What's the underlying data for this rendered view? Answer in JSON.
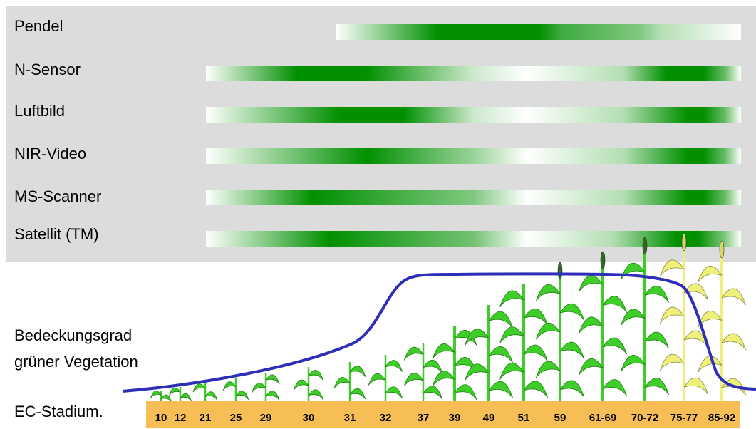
{
  "sensors": [
    {
      "name": "Pendel",
      "stops": [
        [
          0,
          0
        ],
        [
          0.25,
          1
        ],
        [
          0.5,
          1
        ],
        [
          0.56,
          0.75
        ],
        [
          0.75,
          0.5
        ],
        [
          0.8,
          0.3
        ],
        [
          1,
          0
        ]
      ],
      "range": [
        0.445,
        0.98
      ]
    },
    {
      "name": "N-Sensor",
      "stops": [
        [
          0,
          0
        ],
        [
          0.17,
          1
        ],
        [
          0.3,
          1
        ],
        [
          0.5,
          0.2
        ],
        [
          0.6,
          0
        ],
        [
          0.78,
          0.3
        ],
        [
          0.86,
          1
        ],
        [
          0.93,
          1
        ],
        [
          0.97,
          0.6
        ],
        [
          1,
          0
        ]
      ],
      "range": [
        0.272,
        0.98
      ]
    },
    {
      "name": "Luftbild",
      "stops": [
        [
          0,
          0
        ],
        [
          0.25,
          1
        ],
        [
          0.37,
          1
        ],
        [
          0.5,
          0.2
        ],
        [
          0.6,
          0
        ],
        [
          0.78,
          0.3
        ],
        [
          0.9,
          1
        ],
        [
          0.93,
          1
        ],
        [
          0.97,
          0.6
        ],
        [
          1,
          0
        ]
      ],
      "range": [
        0.272,
        0.98
      ]
    },
    {
      "name": "NIR-Video",
      "stops": [
        [
          0,
          0
        ],
        [
          0.3,
          1
        ],
        [
          0.5,
          0.4
        ],
        [
          0.6,
          0
        ],
        [
          0.78,
          0.3
        ],
        [
          0.9,
          1
        ],
        [
          0.93,
          1
        ],
        [
          0.97,
          0.6
        ],
        [
          1,
          0
        ]
      ],
      "range": [
        0.272,
        0.98
      ]
    },
    {
      "name": "MS-Scanner",
      "stops": [
        [
          0,
          0
        ],
        [
          0.2,
          1
        ],
        [
          0.5,
          0.5
        ],
        [
          0.6,
          0
        ],
        [
          0.78,
          0.3
        ],
        [
          0.9,
          1
        ],
        [
          0.93,
          1
        ],
        [
          0.97,
          0.6
        ],
        [
          1,
          0
        ]
      ],
      "range": [
        0.272,
        0.98
      ]
    },
    {
      "name": "Satellit (TM)",
      "stops": [
        [
          0,
          0
        ],
        [
          0.23,
          1
        ],
        [
          0.5,
          0.55
        ],
        [
          0.6,
          0
        ],
        [
          0.76,
          0.3
        ],
        [
          0.88,
          1
        ],
        [
          0.92,
          1
        ],
        [
          0.97,
          0.5
        ],
        [
          1,
          0
        ]
      ],
      "range": [
        0.272,
        0.98
      ]
    }
  ],
  "labels": {
    "coverage_line1": "Bedeckungsgrad",
    "coverage_line2": "grüner Vegetation",
    "ec_stadium": "EC-Stadium."
  },
  "ec_stages": [
    "10",
    "12",
    "21",
    "25",
    "29",
    "30",
    "31",
    "32",
    "37",
    "39",
    "49",
    "51",
    "59",
    "61-69",
    "70-72",
    "75-77",
    "85-92"
  ],
  "colors": {
    "panel": "#dcdcdc",
    "bar_green": "#009000",
    "curve": "#2e2eb8",
    "ground": "#f6be54",
    "plant_green": "#3fcd29",
    "plant_dark": "#1e7d12",
    "plant_yellow": "#eef07a"
  }
}
